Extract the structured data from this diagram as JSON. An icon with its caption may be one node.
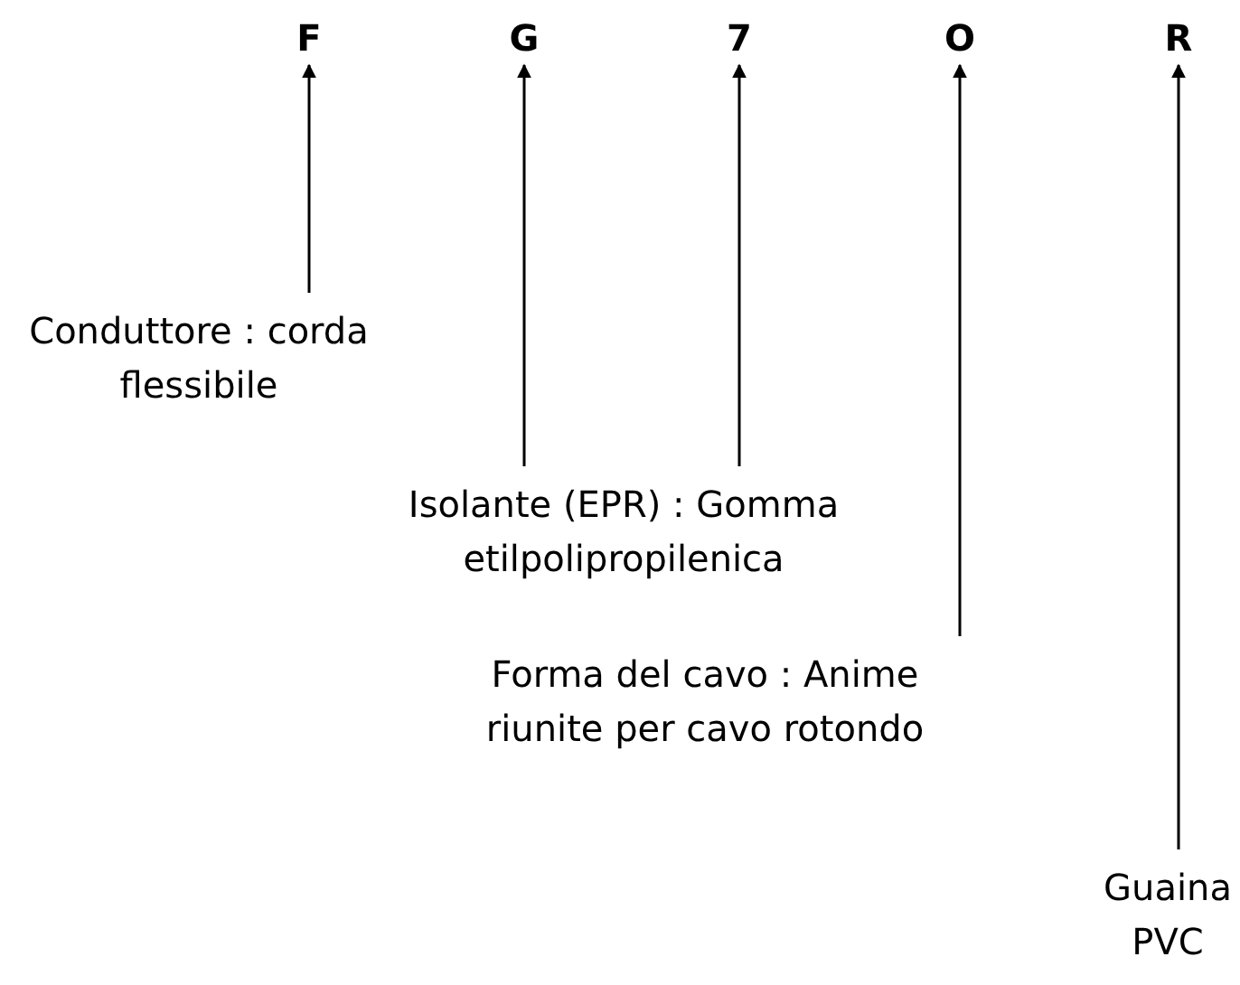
{
  "diagram": {
    "nodes": [
      {
        "text": [
          "F"
        ]
      },
      {
        "text": [
          "G"
        ]
      },
      {
        "text": [
          "7"
        ]
      },
      {
        "text": [
          "O"
        ]
      },
      {
        "text": [
          "R"
        ]
      },
      {
        "text": [
          "Conduttore : corda flessibile"
        ]
      },
      {
        "text": [
          "Isolante (EPR) : Gomma etilpolipropilenica"
        ]
      },
      {
        "text": [
          "Forma del cavo : Anime riunite per cavo rotondo"
        ]
      },
      {
        "text": [
          "Guaina PVC"
        ]
      }
    ],
    "edges": [
      {
        "from": 5,
        "to": 0,
        "arrow": "to"
      },
      {
        "from": 6,
        "to": 1,
        "arrow": "to"
      },
      {
        "from": 6,
        "to": 2,
        "arrow": "to"
      },
      {
        "from": 7,
        "to": 3,
        "arrow": "to"
      },
      {
        "from": 8,
        "to": 4,
        "arrow": "to"
      }
    ]
  }
}
